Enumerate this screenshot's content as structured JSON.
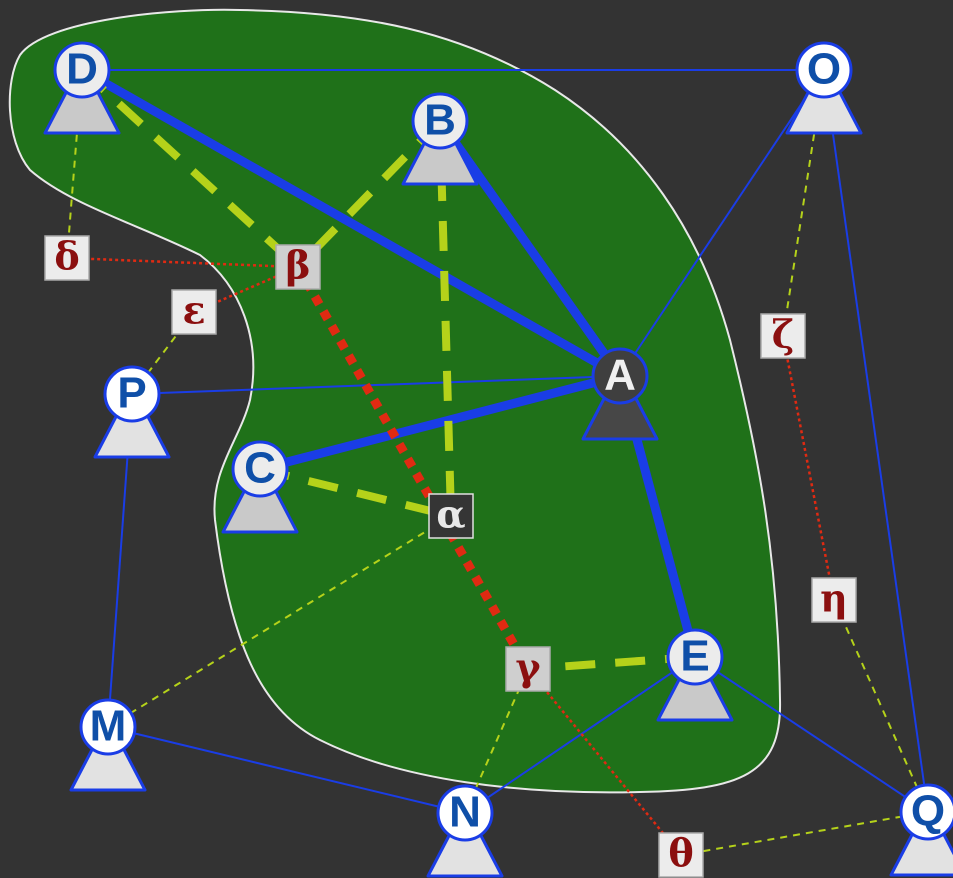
{
  "diagram": {
    "colors": {
      "background": "#333333",
      "region_fill": "#1f7119",
      "region_stroke": "#e8e8e8",
      "blue_edge": "#1a3de6",
      "dashed_edge": "#b5d21a",
      "dotted_edge": "#e02a12",
      "node_text_blue": "#0f4fa8",
      "greek_text": "#8b0f0f",
      "greek_box": "#ececec",
      "greek_box_dark": "#353535"
    },
    "nodes": {
      "A": {
        "label": "A",
        "style": "dark"
      },
      "B": {
        "label": "B",
        "style": "gray"
      },
      "C": {
        "label": "C",
        "style": "gray"
      },
      "D": {
        "label": "D",
        "style": "gray"
      },
      "E": {
        "label": "E",
        "style": "gray"
      },
      "M": {
        "label": "M",
        "style": "light"
      },
      "N": {
        "label": "N",
        "style": "light"
      },
      "O": {
        "label": "O",
        "style": "light"
      },
      "P": {
        "label": "P",
        "style": "light"
      },
      "Q": {
        "label": "Q",
        "style": "light"
      }
    },
    "greek": {
      "alpha": {
        "label": "α",
        "style": "dark"
      },
      "beta": {
        "label": "β",
        "style": "gray"
      },
      "gamma": {
        "label": "γ",
        "style": "gray"
      },
      "delta": {
        "label": "δ",
        "style": "light"
      },
      "epsilon": {
        "label": "ε",
        "style": "light"
      },
      "zeta": {
        "label": "ζ",
        "style": "light"
      },
      "eta": {
        "label": "η",
        "style": "light"
      },
      "theta": {
        "label": "θ",
        "style": "light"
      }
    },
    "edges": [
      {
        "from": "D",
        "to": "A",
        "type": "thick-blue"
      },
      {
        "from": "B",
        "to": "A",
        "type": "thick-blue"
      },
      {
        "from": "C",
        "to": "A",
        "type": "thick-blue"
      },
      {
        "from": "E",
        "to": "A",
        "type": "thick-blue"
      },
      {
        "from": "D",
        "to": "O",
        "type": "thin-blue"
      },
      {
        "from": "O",
        "to": "A",
        "type": "thin-blue"
      },
      {
        "from": "O",
        "to": "Q",
        "type": "thin-blue"
      },
      {
        "from": "P",
        "to": "A",
        "type": "thin-blue"
      },
      {
        "from": "P",
        "to": "M",
        "type": "thin-blue"
      },
      {
        "from": "M",
        "to": "N",
        "type": "thin-blue"
      },
      {
        "from": "N",
        "to": "E",
        "type": "thin-blue"
      },
      {
        "from": "E",
        "to": "Q",
        "type": "thin-blue"
      },
      {
        "from": "D",
        "to": "beta",
        "type": "thick-dashed"
      },
      {
        "from": "B",
        "to": "beta",
        "type": "thick-dashed"
      },
      {
        "from": "B",
        "to": "alpha",
        "type": "thick-dashed"
      },
      {
        "from": "C",
        "to": "alpha",
        "type": "thick-dashed"
      },
      {
        "from": "E",
        "to": "gamma",
        "type": "thick-dashed"
      },
      {
        "from": "D",
        "to": "delta",
        "type": "thin-dashed"
      },
      {
        "from": "P",
        "to": "epsilon",
        "type": "thin-dashed"
      },
      {
        "from": "M",
        "to": "alpha",
        "type": "thin-dashed"
      },
      {
        "from": "N",
        "to": "gamma",
        "type": "thin-dashed"
      },
      {
        "from": "O",
        "to": "zeta",
        "type": "thin-dashed"
      },
      {
        "from": "Q",
        "to": "eta",
        "type": "thin-dashed"
      },
      {
        "from": "Q",
        "to": "theta",
        "type": "thin-dashed"
      },
      {
        "from": "beta",
        "to": "gamma",
        "type": "thick-dotted"
      },
      {
        "from": "beta",
        "to": "delta",
        "type": "thin-dotted"
      },
      {
        "from": "beta",
        "to": "epsilon",
        "type": "thin-dotted"
      },
      {
        "from": "zeta",
        "to": "eta",
        "type": "thin-dotted"
      },
      {
        "from": "gamma",
        "to": "theta",
        "type": "thin-dotted"
      }
    ]
  }
}
